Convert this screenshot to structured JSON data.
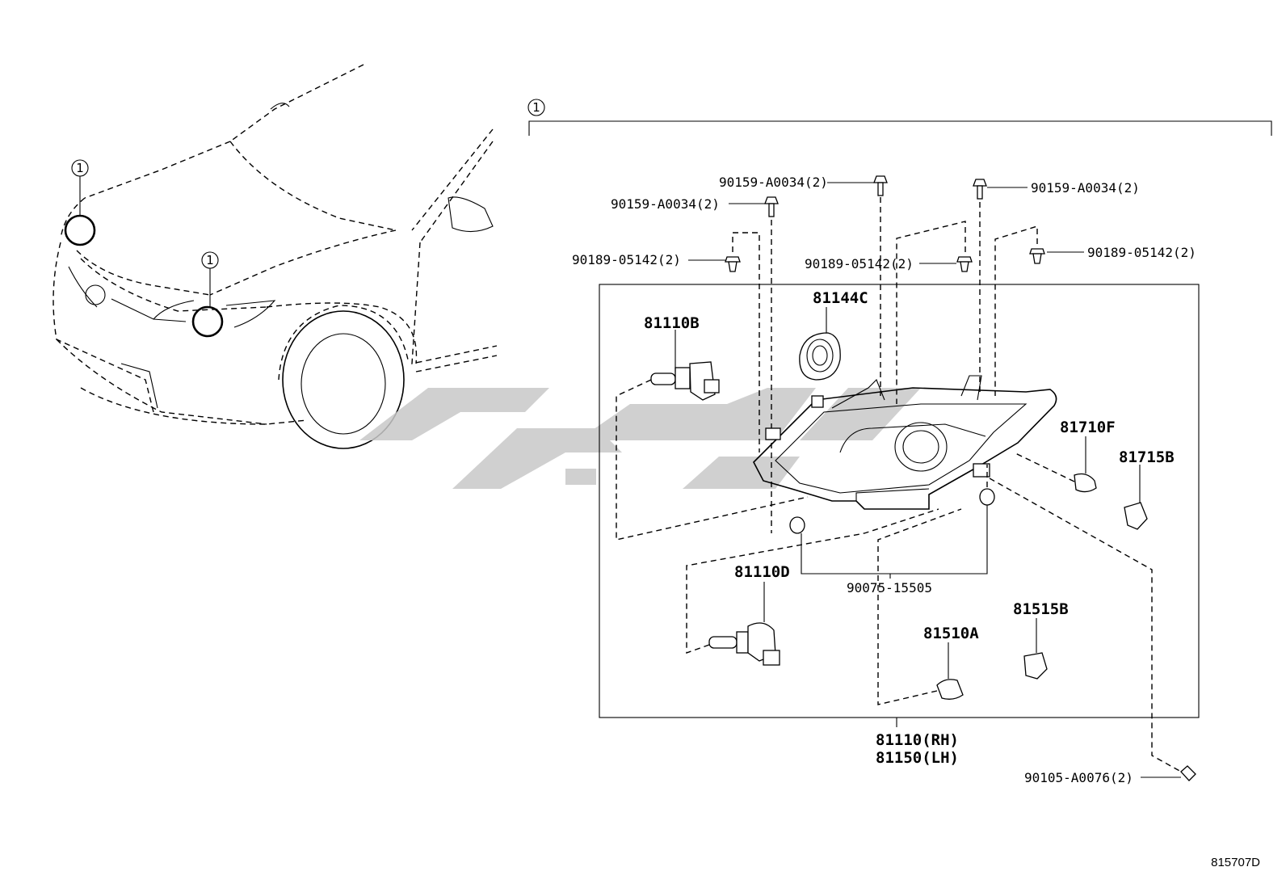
{
  "diagram": {
    "ref_code": "815707D",
    "callout_symbol": "1",
    "labels": {
      "bolt_a_left": "90159-A0034(2)",
      "bolt_a_center": "90159-A0034(2)",
      "bolt_a_right": "90159-A0034(2)",
      "clip_left": "90189-05142(2)",
      "clip_center": "90189-05142(2)",
      "clip_right": "90189-05142(2)",
      "bulb_81110b": "81110B",
      "cap_81144c": "81144C",
      "socket_81710f": "81710F",
      "socket_81715b": "81715B",
      "bulb_81110d": "81110D",
      "gasket_90075": "90075-15505",
      "bulb_81510a": "81510A",
      "socket_81515b": "81515B",
      "assembly_rh": "81110(RH)",
      "assembly_lh": "81150(LH)",
      "screw_90105": "90105-A0076(2)"
    }
  }
}
